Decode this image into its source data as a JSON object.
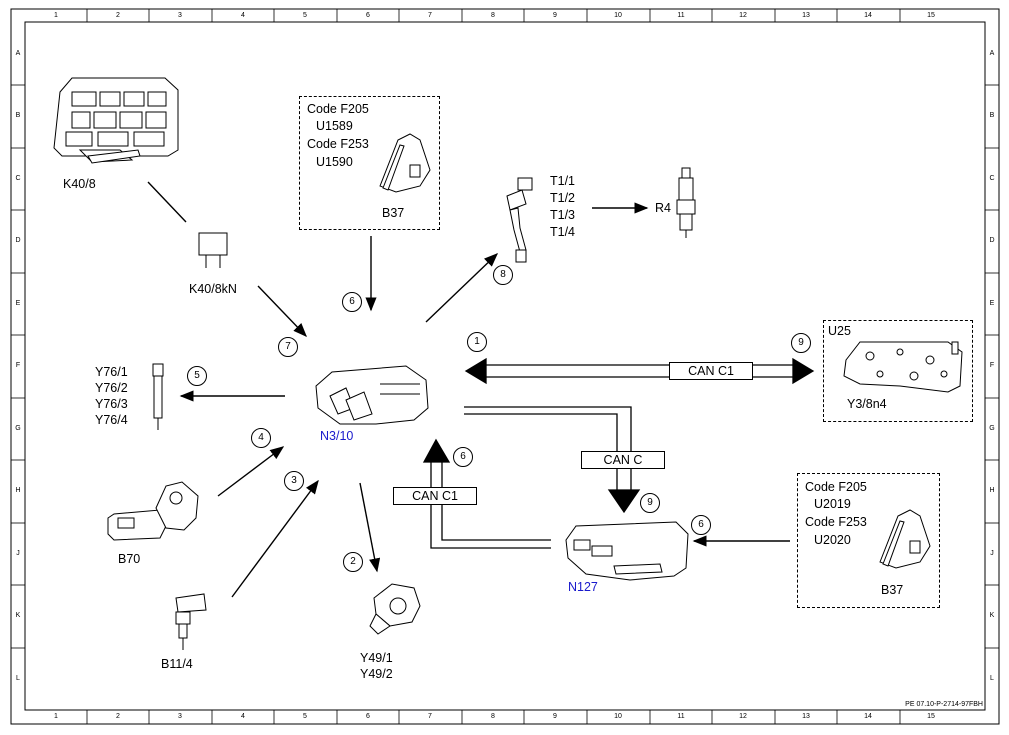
{
  "frame": {
    "columns": [
      "1",
      "2",
      "3",
      "4",
      "5",
      "6",
      "7",
      "8",
      "9",
      "10",
      "11",
      "12",
      "13",
      "14",
      "15"
    ],
    "rows": [
      "A",
      "B",
      "C",
      "D",
      "E",
      "F",
      "G",
      "H",
      "J",
      "K",
      "L"
    ],
    "footer_ref": "PE 07.10-P-2714-97FBH"
  },
  "components": {
    "k40_8": "K40/8",
    "k40_8kn": "K40/8kN",
    "b37_top": "B37",
    "b37_bottom": "B37",
    "t1": [
      "T1/1",
      "T1/2",
      "T1/3",
      "T1/4"
    ],
    "r4": "R4",
    "u25": "U25",
    "y3_8n4": "Y3/8n4",
    "y76": [
      "Y76/1",
      "Y76/2",
      "Y76/3",
      "Y76/4"
    ],
    "n3_10": "N3/10",
    "b70": "B70",
    "b11_4": "B11/4",
    "y49": [
      "Y49/1",
      "Y49/2"
    ],
    "n127": "N127"
  },
  "code_boxes": {
    "top": [
      "Code F205",
      "U1589",
      "Code F253",
      "U1590"
    ],
    "bottom": [
      "Code F205",
      "U2019",
      "Code F253",
      "U2020"
    ]
  },
  "bus_labels": {
    "can_c1_right": "CAN C1",
    "can_c": "CAN C",
    "can_c1_left": "CAN C1"
  },
  "markers": {
    "m1": "1",
    "m2": "2",
    "m3": "3",
    "m4": "4",
    "m5": "5",
    "m6_top": "6",
    "m6_mid": "6",
    "m6_right": "6",
    "m7": "7",
    "m8": "8",
    "m9_top": "9",
    "m9_mid": "9"
  },
  "colors": {
    "line": "#000000",
    "label_blue": "#1a1acc",
    "background": "#ffffff"
  }
}
